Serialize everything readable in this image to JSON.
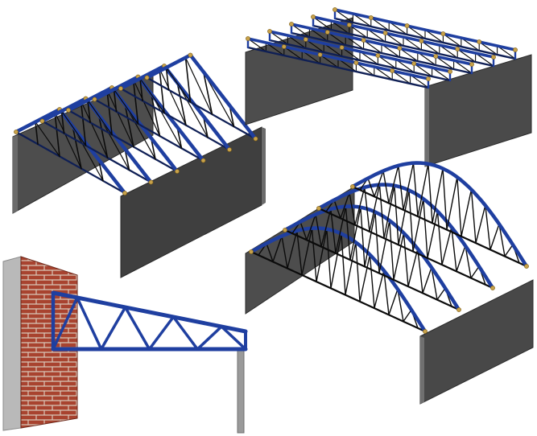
{
  "colors": {
    "background": "#ffffff",
    "wall_front": "#4a4a4a",
    "wall_side": "#6b6b6b",
    "wall_edge": "#2a2a2a",
    "steel_chord": "#1f3fa0",
    "steel_chord_dark": "#0f1f55",
    "web_member": "#0b0b0b",
    "connection_plate": "#c8a24a",
    "brick": "#a8432f",
    "brick_mortar": "#d9c7b8",
    "concrete": "#b9b9b9"
  },
  "figures": [
    {
      "id": "gable-roof-trusses",
      "icon": "gable-truss-icon",
      "truss_count": 6
    },
    {
      "id": "parallel-chord-trusses",
      "icon": "flat-truss-icon",
      "truss_count": 5
    },
    {
      "id": "cantilever-truss-on-brick-wall",
      "icon": "cantilever-truss-icon",
      "truss_count": 1
    },
    {
      "id": "bowstring-arch-trusses",
      "icon": "arch-truss-icon",
      "truss_count": 4
    }
  ]
}
